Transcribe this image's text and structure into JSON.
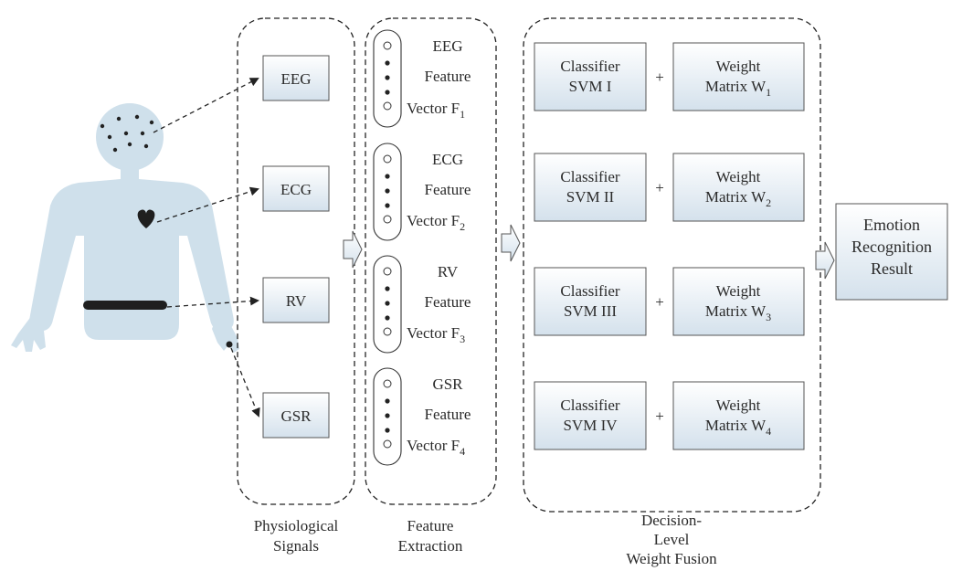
{
  "colors": {
    "box_fill_top": "#ffffff",
    "box_fill_bottom": "#d4e1ec",
    "body_silhouette": "#cfe0eb",
    "outline": "#222222"
  },
  "signals": [
    "EEG",
    "ECG",
    "RV",
    "GSR"
  ],
  "features": [
    {
      "label": "EEG",
      "word": "Feature",
      "vector": "Vector F",
      "sub": "1"
    },
    {
      "label": "ECG",
      "word": "Feature",
      "vector": "Vector F",
      "sub": "2"
    },
    {
      "label": "RV",
      "word": "Feature",
      "vector": "Vector F",
      "sub": "3"
    },
    {
      "label": "GSR",
      "word": "Feature",
      "vector": "Vector F",
      "sub": "4"
    }
  ],
  "fusion_rows": [
    {
      "classifier_line1": "Classifier",
      "classifier_line2": "SVM I",
      "plus": "+",
      "weight_line1": "Weight",
      "weight_line2": "Matrix W",
      "weight_sub": "1"
    },
    {
      "classifier_line1": "Classifier",
      "classifier_line2": "SVM II",
      "plus": "+",
      "weight_line1": "Weight",
      "weight_line2": "Matrix W",
      "weight_sub": "2"
    },
    {
      "classifier_line1": "Classifier",
      "classifier_line2": "SVM III",
      "plus": "+",
      "weight_line1": "Weight",
      "weight_line2": "Matrix W",
      "weight_sub": "3"
    },
    {
      "classifier_line1": "Classifier",
      "classifier_line2": "SVM IV",
      "plus": "+",
      "weight_line1": "Weight",
      "weight_line2": "Matrix W",
      "weight_sub": "4"
    }
  ],
  "result": {
    "line1": "Emotion",
    "line2": "Recognition",
    "line3": "Result"
  },
  "captions": {
    "physiological": {
      "line1": "Physiological",
      "line2": "Signals"
    },
    "feature": {
      "line1": "Feature",
      "line2": "Extraction"
    },
    "fusion": {
      "line1": "Decision-",
      "line2": "Level",
      "line3": "Weight Fusion"
    }
  }
}
